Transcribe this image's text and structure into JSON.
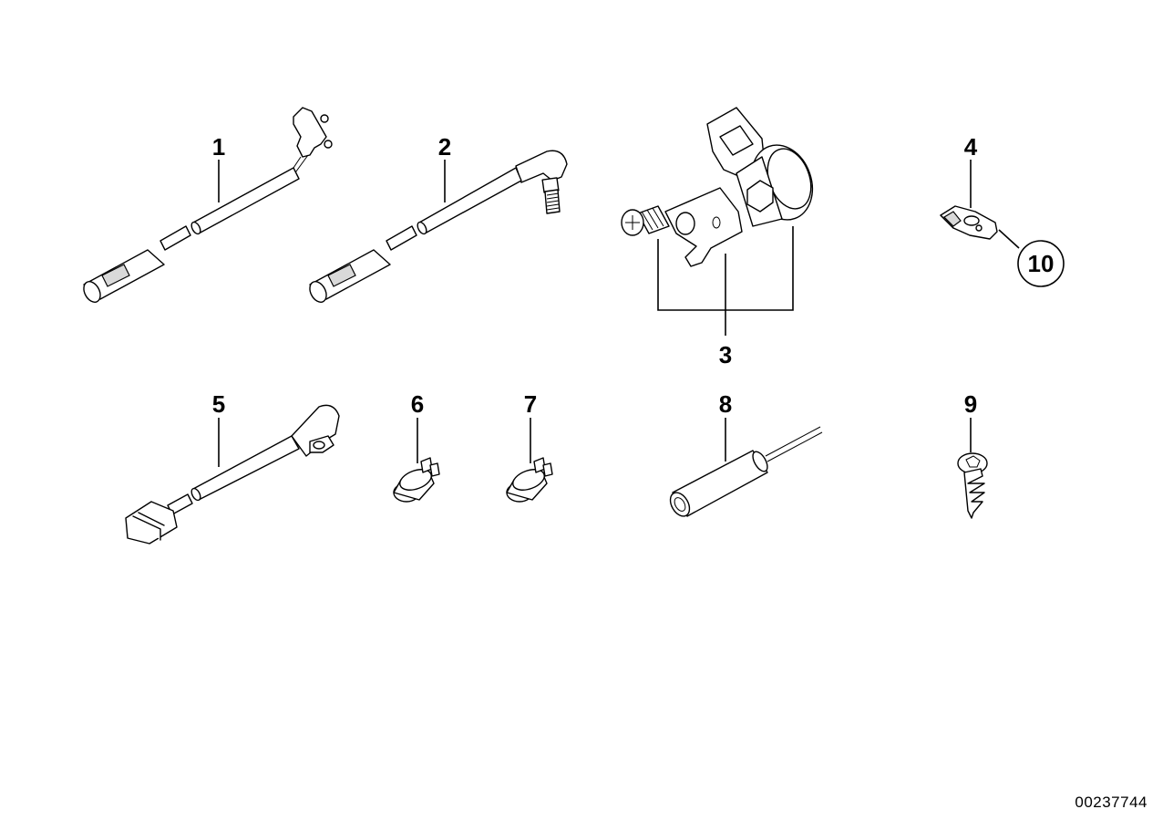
{
  "diagram": {
    "callouts": [
      {
        "id": "1",
        "label": "1"
      },
      {
        "id": "2",
        "label": "2"
      },
      {
        "id": "3",
        "label": "3"
      },
      {
        "id": "4",
        "label": "4"
      },
      {
        "id": "5",
        "label": "5"
      },
      {
        "id": "6",
        "label": "6"
      },
      {
        "id": "7",
        "label": "7"
      },
      {
        "id": "8",
        "label": "8"
      },
      {
        "id": "9",
        "label": "9"
      },
      {
        "id": "10",
        "label": "10"
      }
    ],
    "diagram_number": "00237744"
  }
}
